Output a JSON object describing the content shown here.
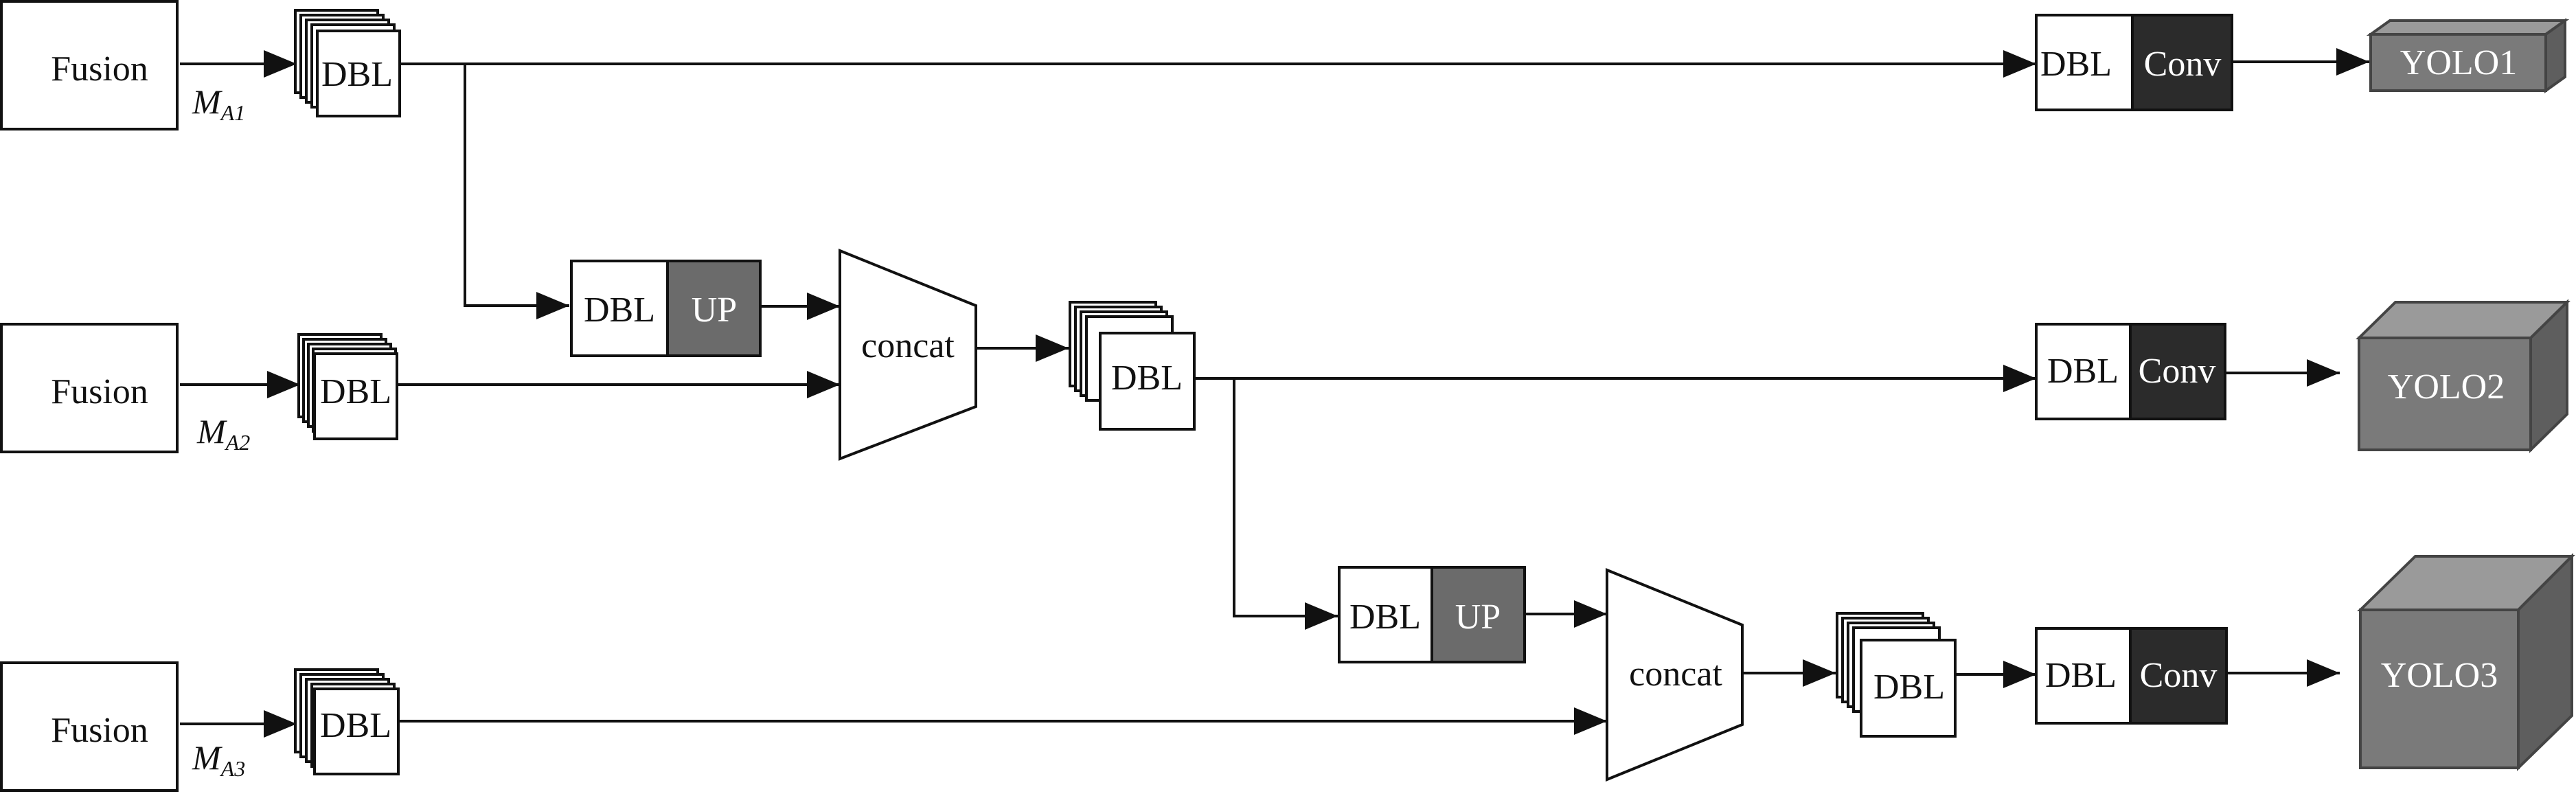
{
  "labels": {
    "fusion": "Fusion",
    "dbl": "DBL",
    "up": "UP",
    "conv": "Conv",
    "concat": "concat",
    "m": "M",
    "a1": "A1",
    "a2": "A2",
    "a3": "A3",
    "yolo1": "YOLO1",
    "yolo2": "YOLO2",
    "yolo3": "YOLO3"
  },
  "colors": {
    "stroke": "#111111",
    "up_fill": "#6b6b6b",
    "conv_fill": "#2b2b2b",
    "yolo_front": "#7a7a7a",
    "yolo_top": "#9a9a9a",
    "yolo_side": "#5e5e5e"
  }
}
